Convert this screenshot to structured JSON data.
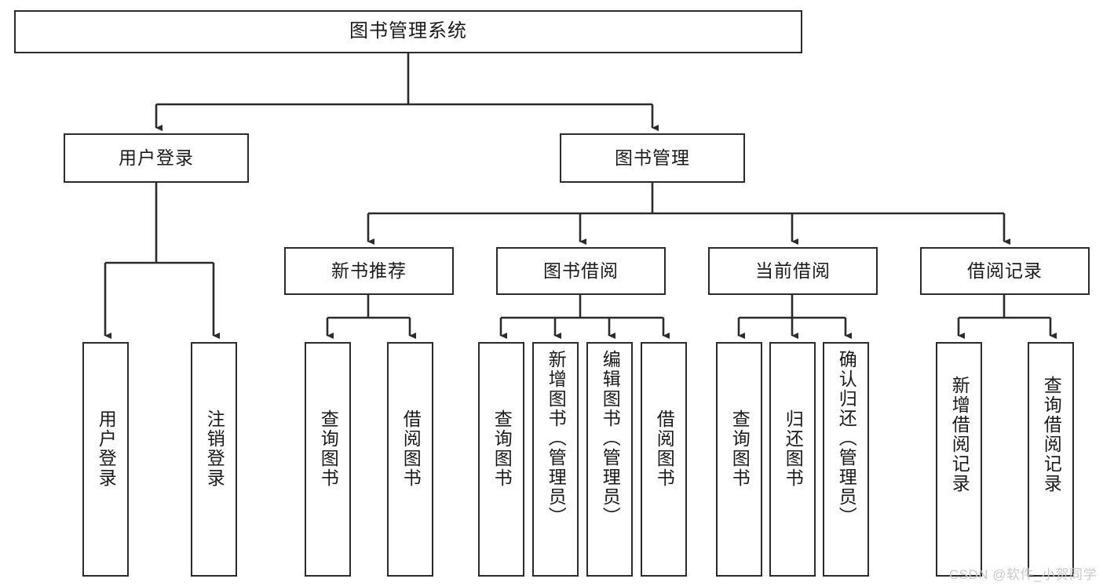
{
  "diagram": {
    "title": "图书管理系统",
    "type": "tree",
    "watermark": "CSDN @软件_小贺同学",
    "colors": {
      "stroke": "#2b2b2b",
      "fill": "#ffffff",
      "text": "#1a1a1a",
      "watermark": "#c9c9c9"
    },
    "levels": {
      "root": {
        "label": "图书管理系统"
      },
      "level2": [
        {
          "id": "user-login",
          "label": "用户登录"
        },
        {
          "id": "book-management",
          "label": "图书管理"
        }
      ],
      "level3": [
        {
          "id": "new-book-recommend",
          "label": "新书推荐",
          "parent": "book-management"
        },
        {
          "id": "book-borrow",
          "label": "图书借阅",
          "parent": "book-management"
        },
        {
          "id": "current-borrow",
          "label": "当前借阅",
          "parent": "book-management"
        },
        {
          "id": "borrow-record",
          "label": "借阅记录",
          "parent": "book-management"
        }
      ],
      "leaves": [
        {
          "id": "leaf-user-login",
          "label": "用户登录",
          "parent": "user-login"
        },
        {
          "id": "leaf-user-logout",
          "label": "注销登录",
          "parent": "user-login"
        },
        {
          "id": "leaf-query-book-1",
          "label": "查询图书",
          "parent": "new-book-recommend"
        },
        {
          "id": "leaf-borrow-book-1",
          "label": "借阅图书",
          "parent": "new-book-recommend"
        },
        {
          "id": "leaf-query-book-2",
          "label": "查询图书",
          "parent": "book-borrow"
        },
        {
          "id": "leaf-add-book",
          "label": "新增图书（管理员）",
          "parent": "book-borrow"
        },
        {
          "id": "leaf-edit-book",
          "label": "编辑图书（管理员）",
          "parent": "book-borrow"
        },
        {
          "id": "leaf-borrow-book-2",
          "label": "借阅图书",
          "parent": "book-borrow"
        },
        {
          "id": "leaf-query-book-3",
          "label": "查询图书",
          "parent": "current-borrow"
        },
        {
          "id": "leaf-return-book",
          "label": "归还图书",
          "parent": "current-borrow"
        },
        {
          "id": "leaf-confirm-return",
          "label": "确认归还（管理员）",
          "parent": "current-borrow"
        },
        {
          "id": "leaf-add-record",
          "label": "新增借阅记录",
          "parent": "borrow-record"
        },
        {
          "id": "leaf-query-record",
          "label": "查询借阅记录",
          "parent": "borrow-record"
        }
      ]
    }
  }
}
